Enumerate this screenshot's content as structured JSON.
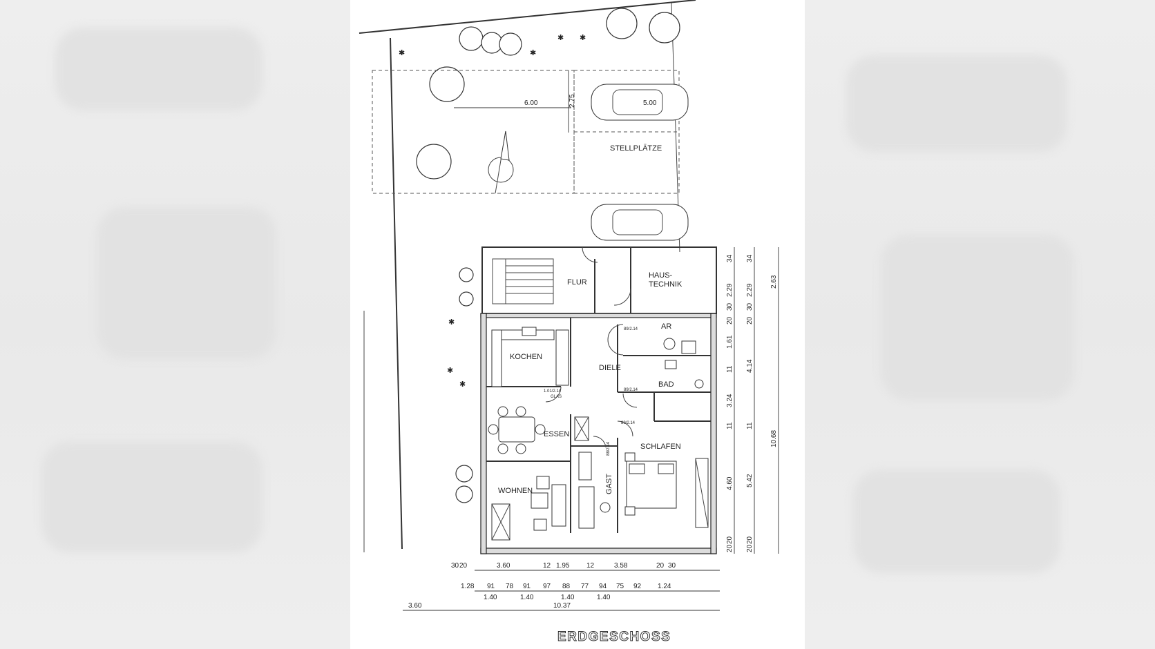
{
  "plan": {
    "title": "ERDGESCHOSS",
    "rooms": {
      "flur": "FLUR",
      "haustechnik_1": "HAUS-",
      "haustechnik_2": "TECHNIK",
      "ar": "AR",
      "kochen": "KOCHEN",
      "diele": "DIELE",
      "bad": "BAD",
      "essen": "ESSEN",
      "schlafen": "SCHLAFEN",
      "gast": "GAST",
      "wohnen": "WOHNEN",
      "stellplaetze": "STELLPLÄTZE"
    },
    "doors": {
      "kochen": "1.01/2.14",
      "kochen_note": "GLAS",
      "ar": "89/2.14",
      "bad": "89/2.14",
      "schlafen": "89/2.14",
      "gast": "88/2.14"
    },
    "dimensions": {
      "parking_width": "6.00",
      "parking_depth": "2.75",
      "car_length": "5.00",
      "bottom_row1": [
        "30",
        "20",
        "3.60",
        "12",
        "1.95",
        "12",
        "3.58",
        "20",
        "30"
      ],
      "bottom_row2": [
        "1.28",
        "91",
        "78",
        "91",
        "97",
        "88",
        "77",
        "94",
        "75",
        "92",
        "1.24"
      ],
      "bottom_row2_sub": [
        "1.40",
        "1.40",
        "1.40",
        "1.40"
      ],
      "bottom_row3": [
        "3.60",
        "10.37"
      ],
      "right_col1": [
        "34",
        "2.29",
        "20",
        "30",
        "1.61",
        "11",
        "3.24",
        "11",
        "4.60",
        "20",
        "20"
      ],
      "right_col2": [
        "34",
        "2.29",
        "20",
        "30",
        "4.14",
        "11",
        "5.42",
        "20",
        "20"
      ],
      "right_col3": [
        "2.63",
        "10.68"
      ]
    }
  }
}
